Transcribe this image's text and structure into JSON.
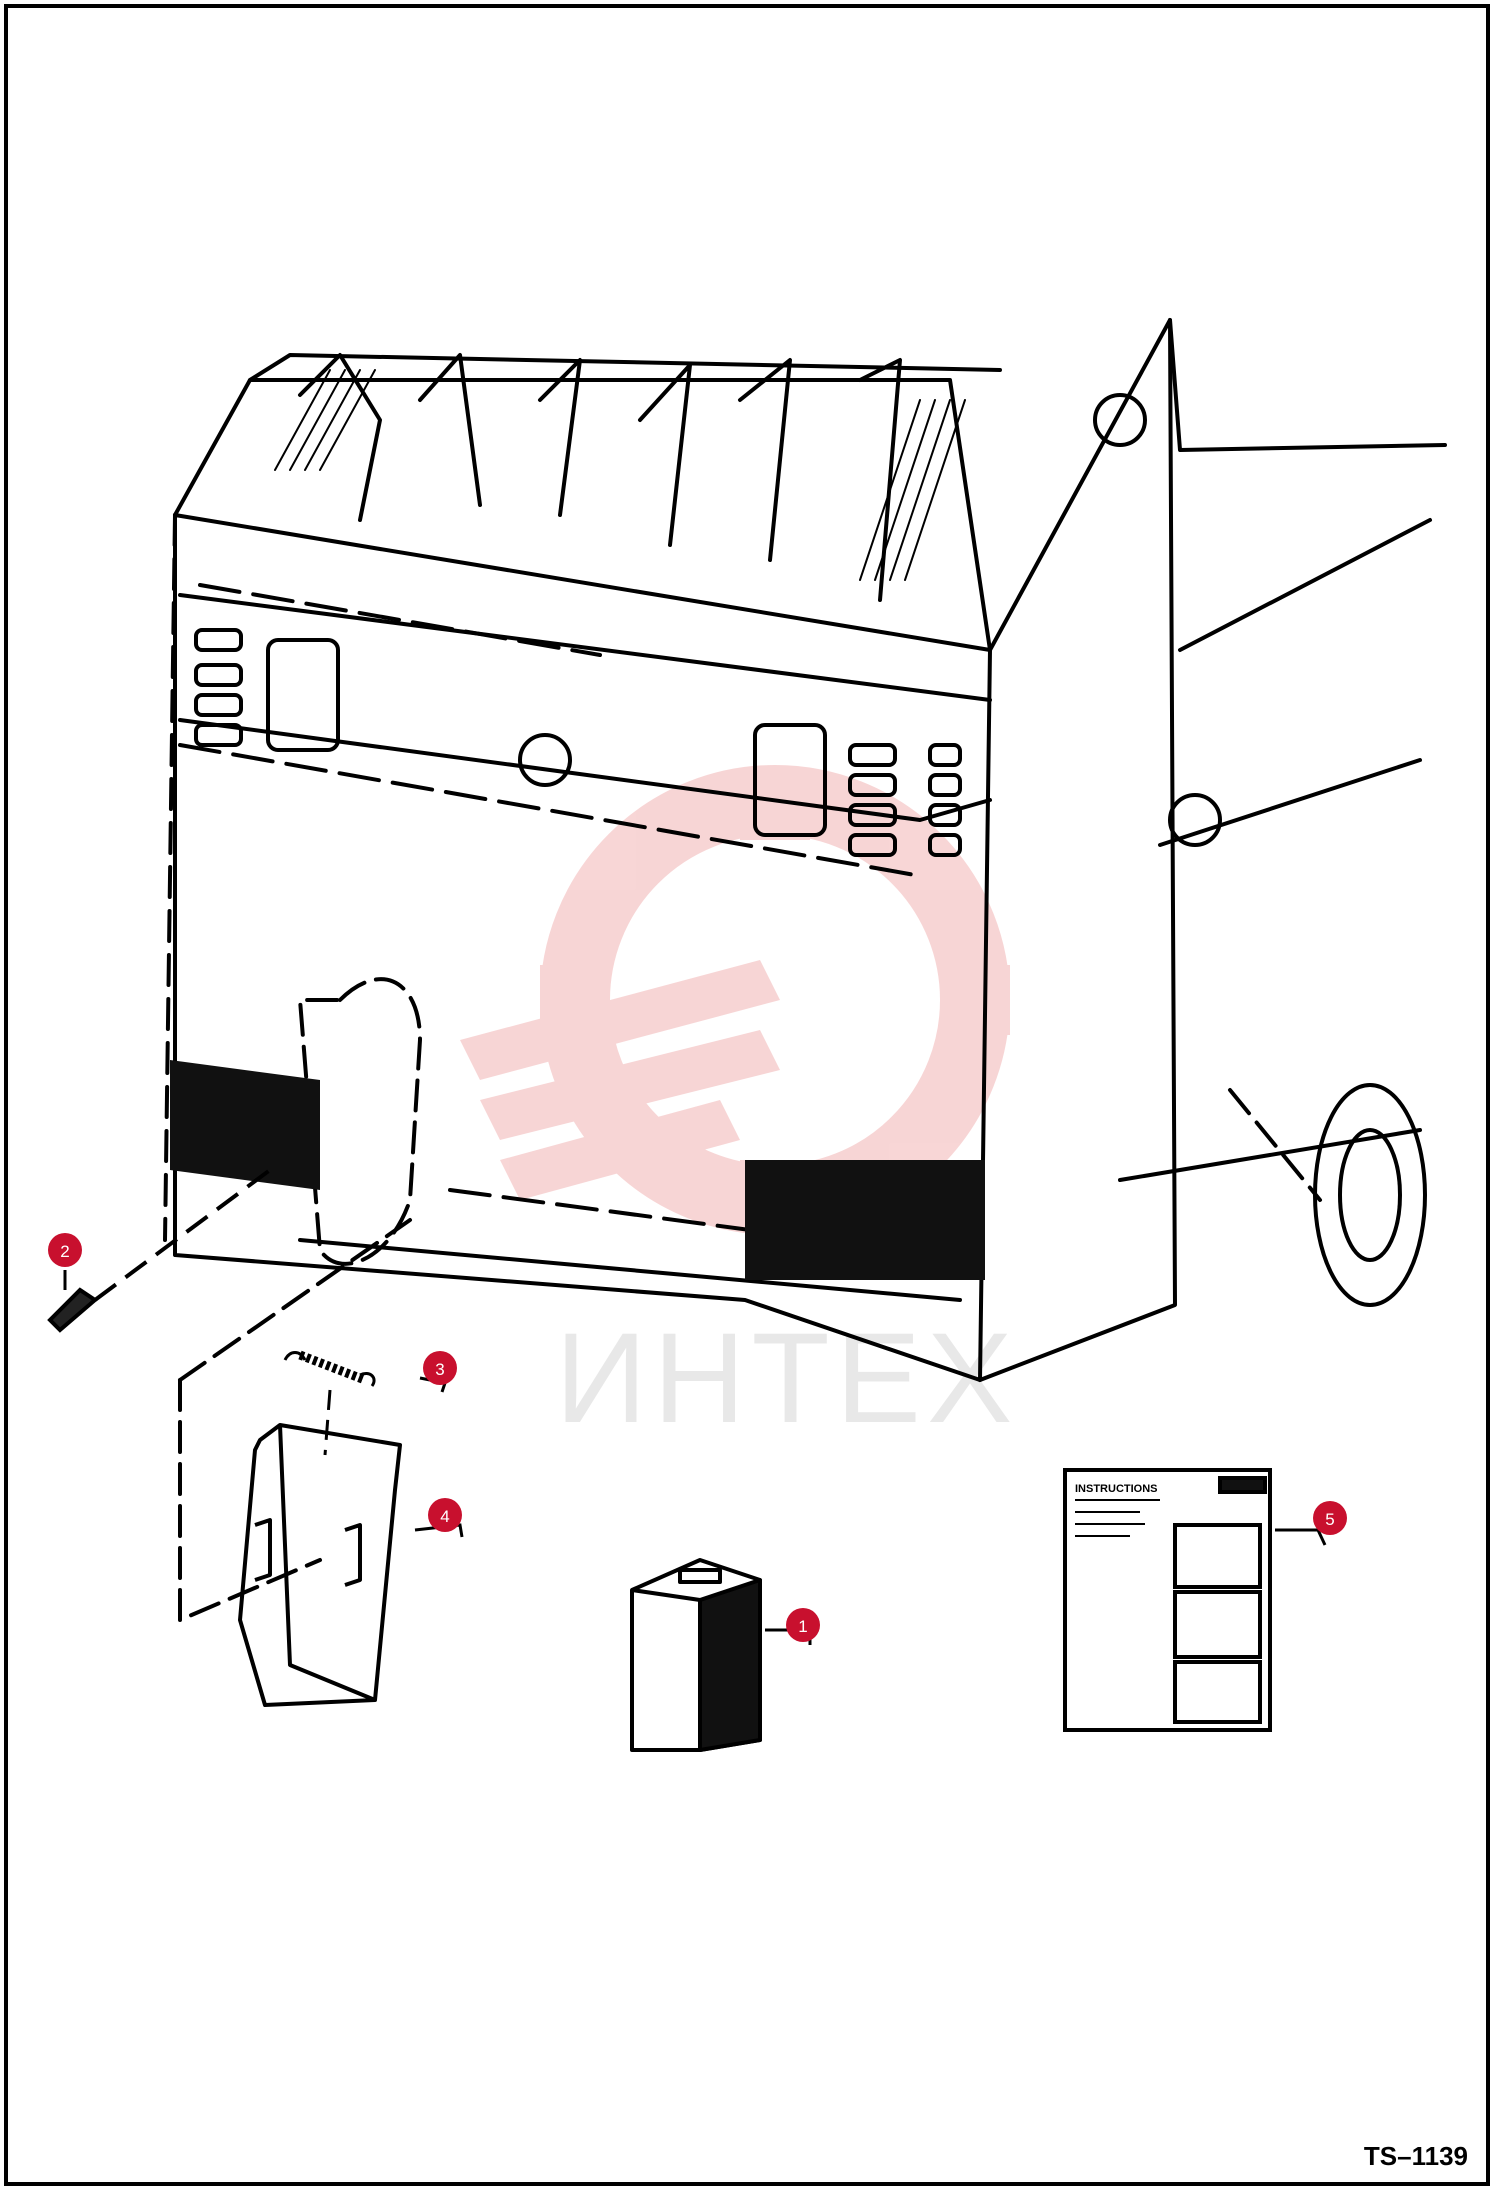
{
  "reference_code": "TS–1139",
  "watermark": "ИНТЕХ",
  "callouts": [
    {
      "number": "1",
      "part": "weight-block"
    },
    {
      "number": "2",
      "part": "bolt"
    },
    {
      "number": "3",
      "part": "spring"
    },
    {
      "number": "4",
      "part": "bracket"
    },
    {
      "number": "5",
      "part": "instructions-sheet"
    }
  ],
  "instructions_sheet": {
    "heading": "INSTRUCTIONS"
  },
  "colors": {
    "callout": "#c8102e",
    "line": "#000000",
    "watermark": "#f4c6c6"
  }
}
